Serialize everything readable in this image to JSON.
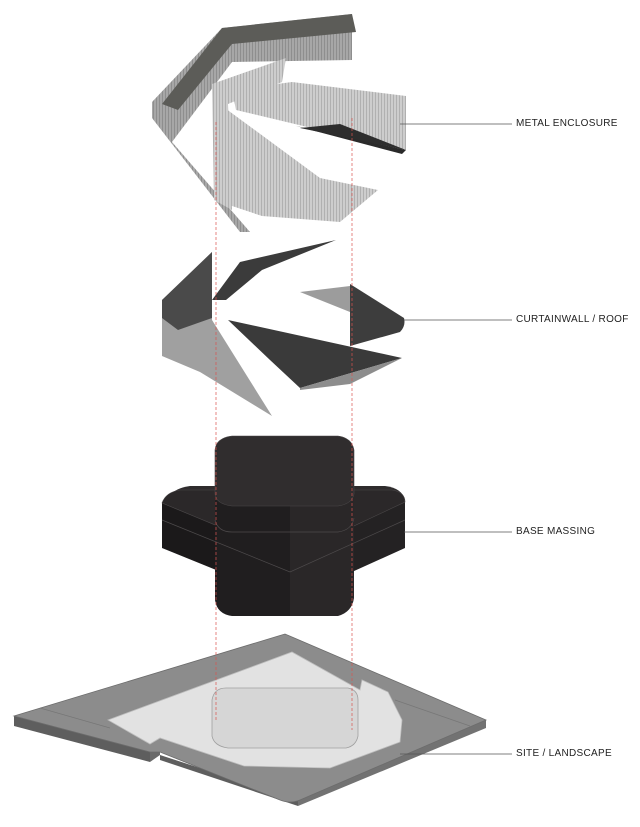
{
  "layers": [
    {
      "id": "metal-enclosure",
      "label": "METAL ENCLOSURE"
    },
    {
      "id": "curtainwall-roof",
      "label": "CURTAINWALL / ROOF"
    },
    {
      "id": "base-massing",
      "label": "BASE MASSING"
    },
    {
      "id": "site-landscape",
      "label": "SITE / LANDSCAPE"
    }
  ],
  "colors": {
    "metal_light": "#cfcfcf",
    "metal_mid": "#a9a9a9",
    "metal_dark": "#5b5b57",
    "glass_dark": "#3e3e3e",
    "glass_light": "#9a9a9a",
    "mass_top": "#2d2a2b",
    "mass_side": "#1c1a1b",
    "site_base": "#8a8a8a",
    "site_pad": "#e4e4e4",
    "guide_line": "#d9534f"
  }
}
